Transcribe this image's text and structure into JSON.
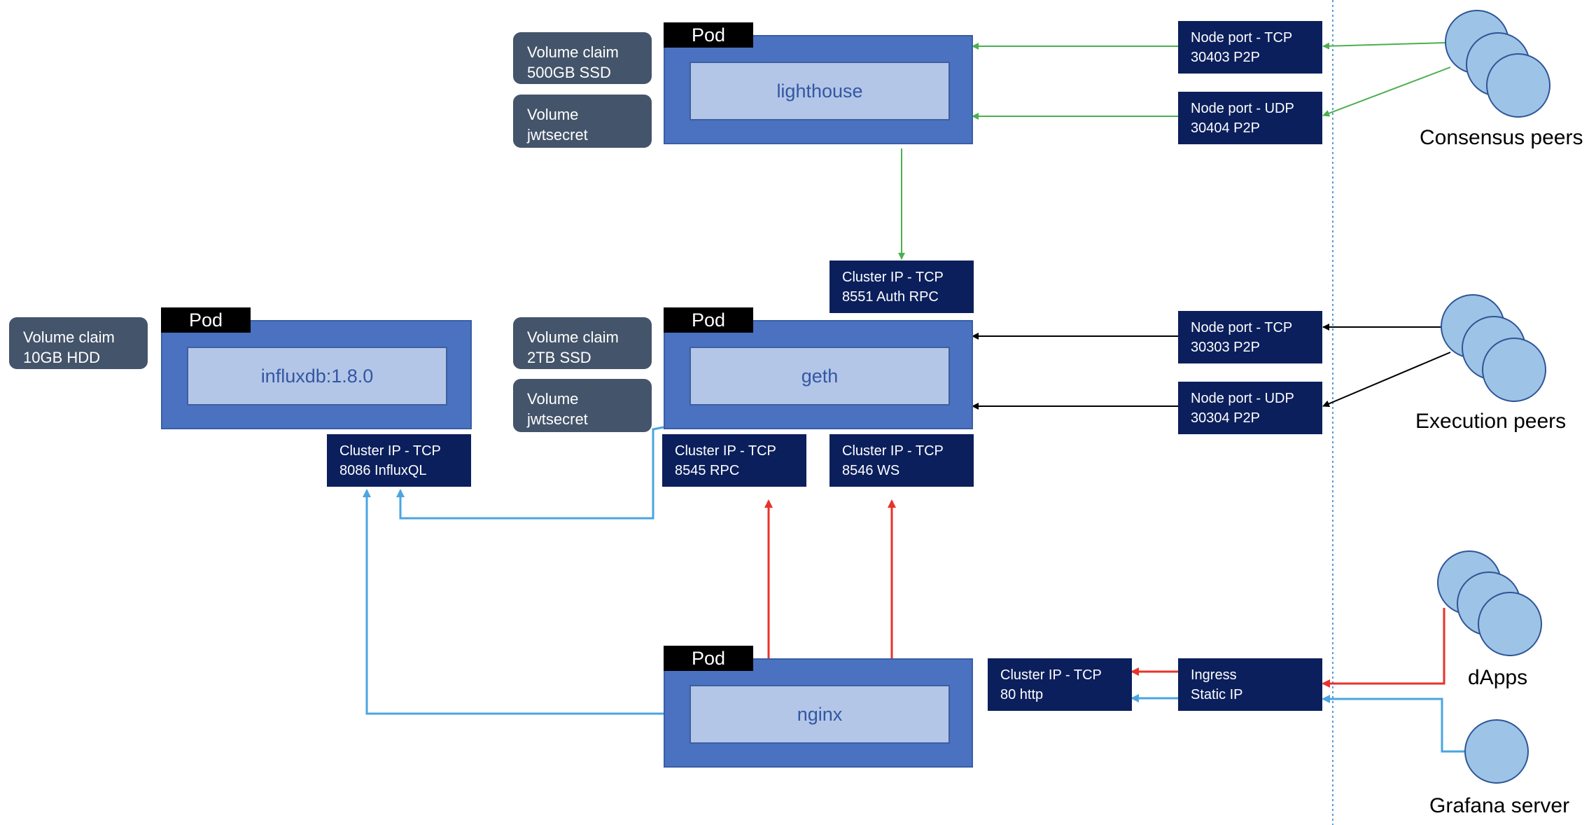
{
  "pods": {
    "tag_label": "Pod",
    "lighthouse": {
      "name": "lighthouse"
    },
    "geth": {
      "name": "geth"
    },
    "influxdb": {
      "name": "influxdb:1.8.0"
    },
    "nginx": {
      "name": "nginx"
    }
  },
  "volumes": {
    "lighthouse_claim": {
      "line1": "Volume claim",
      "line2": "500GB SSD"
    },
    "lighthouse_secret": {
      "line1": "Volume",
      "line2": "jwtsecret"
    },
    "geth_claim": {
      "line1": "Volume claim",
      "line2": "2TB SSD"
    },
    "geth_secret": {
      "line1": "Volume",
      "line2": "jwtsecret"
    },
    "influx_claim": {
      "line1": "Volume claim",
      "line2": "10GB HDD"
    }
  },
  "services": {
    "lighthouse_tcp": {
      "line1": "Node port - TCP",
      "line2": "30403 P2P"
    },
    "lighthouse_udp": {
      "line1": "Node port - UDP",
      "line2": "30404 P2P"
    },
    "geth_auth": {
      "line1": "Cluster IP - TCP",
      "line2": "8551 Auth RPC"
    },
    "geth_tcp": {
      "line1": "Node port - TCP",
      "line2": "30303 P2P"
    },
    "geth_udp": {
      "line1": "Node port - UDP",
      "line2": "30304 P2P"
    },
    "influx": {
      "line1": "Cluster IP - TCP",
      "line2": "8086 InfluxQL"
    },
    "geth_rpc": {
      "line1": "Cluster IP - TCP",
      "line2": "8545 RPC"
    },
    "geth_ws": {
      "line1": "Cluster IP - TCP",
      "line2": "8546 WS"
    },
    "nginx_http": {
      "line1": "Cluster IP - TCP",
      "line2": "80 http"
    },
    "ingress": {
      "line1": "Ingress",
      "line2": "Static IP"
    }
  },
  "peers": {
    "consensus": "Consensus peers",
    "execution": "Execution peers",
    "dapps": "dApps",
    "grafana": "Grafana server"
  },
  "colors": {
    "pod_fill": "#4a72c0",
    "pod_inner": "#b4c6e7",
    "service_fill": "#0b1f5c",
    "volume_fill": "#44546a",
    "peer_fill": "#9dc3e6",
    "green_link": "#4caf50",
    "black_link": "#000000",
    "red_link": "#e8322a",
    "blue_link": "#4aa5e0",
    "boundary": "#5b9bd5"
  }
}
